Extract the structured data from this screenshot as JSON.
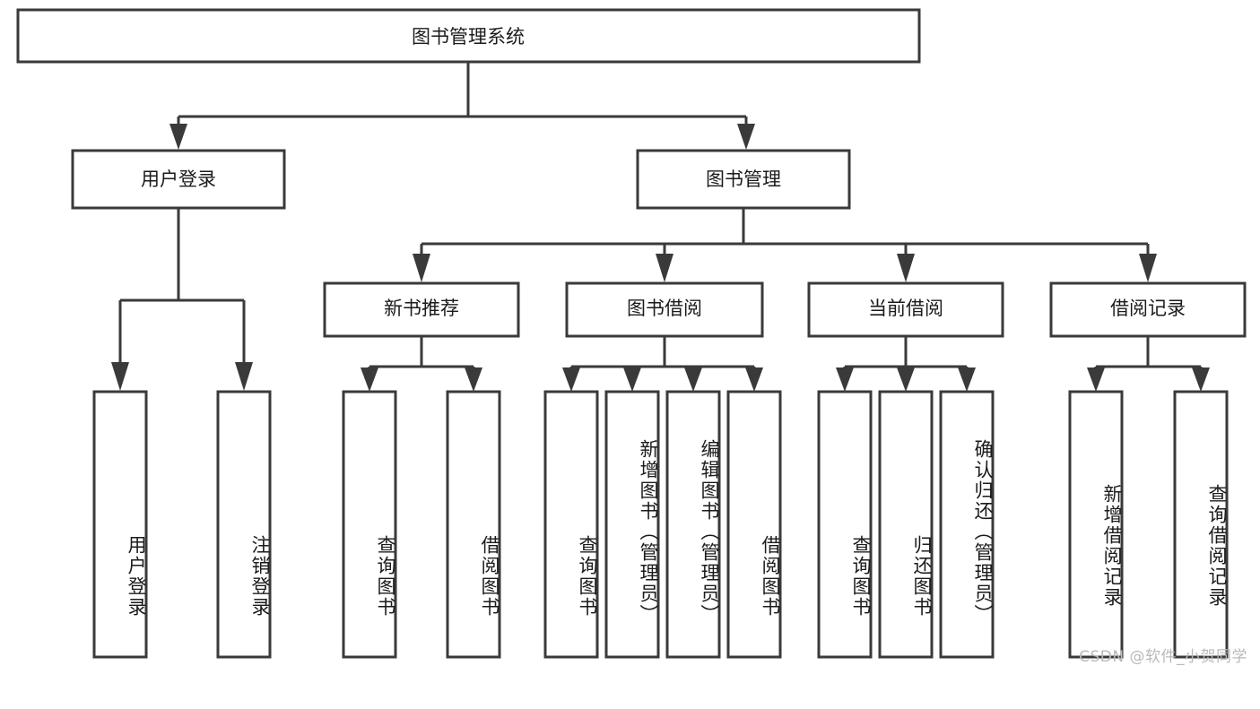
{
  "diagram": {
    "title": "图书管理系统",
    "type": "hierarchy-tree",
    "watermark": "CSDN @软件_小贺同学",
    "colors": {
      "box_stroke": "#3a3a3a",
      "box_fill": "#ffffff",
      "text": "#1b1b1b",
      "watermark": "#b9b9b9",
      "background": "#ffffff"
    },
    "root": {
      "label": "图书管理系统"
    },
    "level2": [
      {
        "label": "用户登录"
      },
      {
        "label": "图书管理"
      }
    ],
    "level3": [
      {
        "label": "新书推荐"
      },
      {
        "label": "图书借阅"
      },
      {
        "label": "当前借阅"
      },
      {
        "label": "借阅记录"
      }
    ],
    "leaves": {
      "user_login": [
        {
          "label": "用户登录"
        },
        {
          "label": "注销登录"
        }
      ],
      "new_book": [
        {
          "label": "查询图书"
        },
        {
          "label": "借阅图书"
        }
      ],
      "book_borrow": [
        {
          "label": "查询图书"
        },
        {
          "label": "新增图书（管理员）"
        },
        {
          "label": "编辑图书（管理员）"
        },
        {
          "label": "借阅图书"
        }
      ],
      "current_borrow": [
        {
          "label": "查询图书"
        },
        {
          "label": "归还图书"
        },
        {
          "label": "确认归还（管理员）"
        }
      ],
      "borrow_record": [
        {
          "label": "新增借阅记录"
        },
        {
          "label": "查询借阅记录"
        }
      ]
    }
  }
}
